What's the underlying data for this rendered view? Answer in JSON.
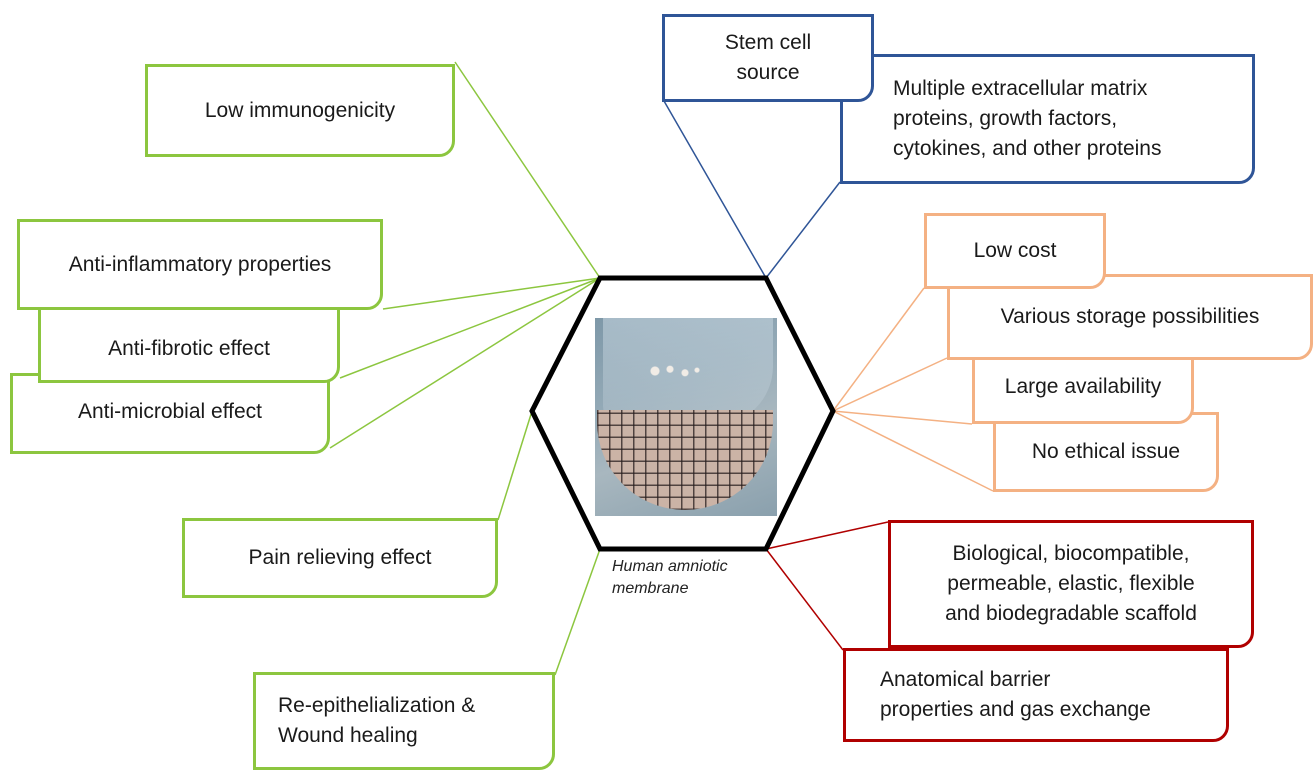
{
  "center": {
    "caption": "Human amniotic membrane",
    "image_description_icon": "amniotic-membrane-photo"
  },
  "colors": {
    "green": "#8cc63f",
    "blue": "#2f5597",
    "peach": "#f4b183",
    "red": "#b00000",
    "hexagon": "#000000"
  },
  "left": {
    "low_immunogenicity": "Low immunogenicity",
    "anti_inflammatory": "Anti-inflammatory properties",
    "anti_fibrotic": "Anti-fibrotic effect",
    "anti_microbial": "Anti-microbial effect",
    "pain_relieving": "Pain relieving effect",
    "reepithelialization_line1": "Re-epithelialization &",
    "reepithelialization_line2": "Wound healing"
  },
  "top": {
    "stem_cell_line1": "Stem cell",
    "stem_cell_line2": "source",
    "ecm_line1": "Multiple extracellular matrix",
    "ecm_line2": "proteins, growth factors,",
    "ecm_line3": "cytokines, and other proteins"
  },
  "right": {
    "low_cost": "Low cost",
    "storage": "Various storage possibilities",
    "availability": "Large availability",
    "ethical": "No ethical issue"
  },
  "bottom_right": {
    "scaffold_line1": "Biological, biocompatible,",
    "scaffold_line2": "permeable, elastic, flexible",
    "scaffold_line3": "and biodegradable scaffold",
    "barrier_line1": "Anatomical barrier",
    "barrier_line2": "properties and gas exchange"
  }
}
